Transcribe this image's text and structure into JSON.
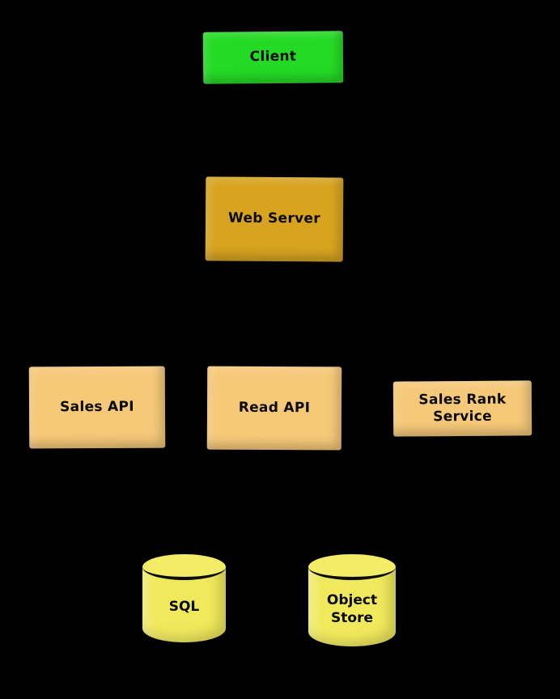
{
  "diagram": {
    "background_color": "#000000",
    "text_color": "#0a0a0a",
    "nodes": [
      {
        "id": "client",
        "label": "Client",
        "shape": "box",
        "color": "#24da24"
      },
      {
        "id": "web-server",
        "label": "Web Server",
        "shape": "box",
        "color": "#d8a41f"
      },
      {
        "id": "sales-api",
        "label": "Sales API",
        "shape": "box",
        "color": "#f6c979"
      },
      {
        "id": "read-api",
        "label": "Read API",
        "shape": "box",
        "color": "#f6c979"
      },
      {
        "id": "sales-rank-service",
        "label": "Sales Rank\nService",
        "shape": "box",
        "color": "#f6c979"
      },
      {
        "id": "sql",
        "label": "SQL",
        "shape": "cylinder",
        "color": "#f0e95c"
      },
      {
        "id": "object-store",
        "label": "Object\nStore",
        "shape": "cylinder",
        "color": "#f0e95c"
      }
    ]
  }
}
